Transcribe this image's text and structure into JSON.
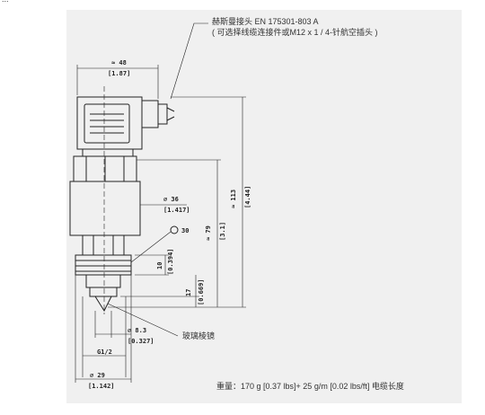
{
  "heading_fragment": "...",
  "connector_label": {
    "line1": "赫斯曼接头 EN 175301-803 A",
    "line2": "( 可选择线缆连接件或M12 x 1 / 4-针航空插头 )"
  },
  "prism_label": "玻璃棱镜",
  "weight_note": "重量：170 g [0.37 lbs]+ 25 g/m [0.02 lbs/ft] 电缆长度",
  "dimensions": {
    "top_width": "≈ 48",
    "top_width_in": "[1.87]",
    "body_dia": "⌀ 36",
    "body_dia_in": "[1.417]",
    "hole_dia": "30",
    "height_total": "≈ 113",
    "height_total_in": "[4.44]",
    "height_mid": "≈ 79",
    "height_mid_in": "[3.1]",
    "thread_len": "10",
    "thread_len_in": "[0.394]",
    "tip_len": "17",
    "tip_len_in": "[0.669]",
    "prism_dia": "⌀ 8.3",
    "prism_dia_in": "[0.327]",
    "thread": "G1/2",
    "base_dia": "⌀ 29",
    "base_dia_in": "[1.142]"
  }
}
